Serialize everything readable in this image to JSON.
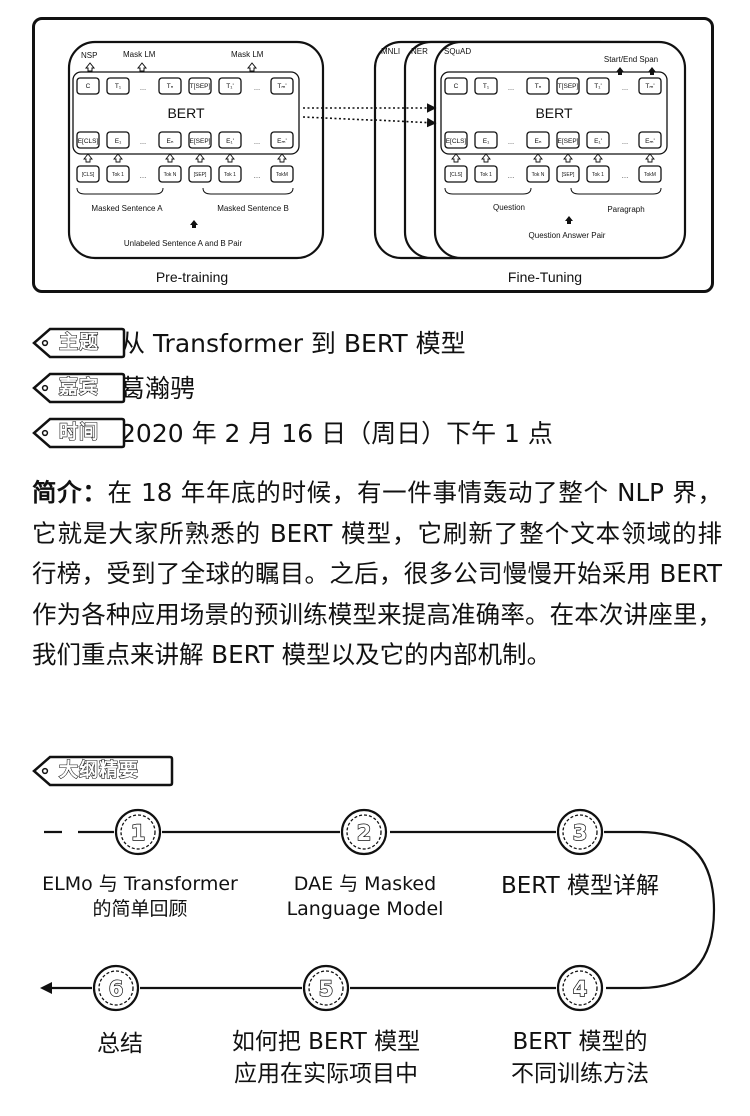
{
  "figure": {
    "pretrain": {
      "heads": [
        "NSP",
        "Mask LM",
        "Mask LM"
      ],
      "title": "BERT",
      "caption": "Pre-training",
      "seg_a": "Masked Sentence A",
      "seg_b": "Masked Sentence B",
      "pair": "Unlabeled Sentence A and B Pair"
    },
    "finetune": {
      "tasks": [
        "MNLI",
        "NER",
        "SQuAD"
      ],
      "span": "Start/End Span",
      "title": "BERT",
      "caption": "Fine-Tuning",
      "seg_a": "Question",
      "seg_b": "Paragraph",
      "pair": "Question Answer Pair"
    }
  },
  "info": {
    "topic_tag": "主题",
    "topic": "从 Transformer 到 BERT 模型",
    "guest_tag": "嘉宾",
    "guest": "葛瀚骋",
    "time_tag": "时间",
    "time": "2020 年 2 月 16 日（周日）下午 1 点"
  },
  "intro": {
    "label": "简介：",
    "text": "在 18 年年底的时候，有一件事情轰动了整个 NLP 界，它就是大家所熟悉的 BERT 模型，它刷新了整个文本领域的排行榜，受到了全球的瞩目。之后，很多公司慢慢开始采用 BERT 作为各种应用场景的预训练模型来提高准确率。在本次讲座里，我们重点来讲解 BERT 模型以及它的内部机制。"
  },
  "outline": {
    "tag": "大纲精要",
    "steps": [
      {
        "num": "1",
        "line1": "ELMo 与 Transformer",
        "line2": "的简单回顾"
      },
      {
        "num": "2",
        "line1": "DAE 与 Masked",
        "line2": "Language Model"
      },
      {
        "num": "3",
        "line1": "BERT 模型详解",
        "line2": ""
      },
      {
        "num": "4",
        "line1": "BERT 模型的",
        "line2": "不同训练方法"
      },
      {
        "num": "5",
        "line1": "如何把 BERT 模型",
        "line2": "应用在实际项目中"
      },
      {
        "num": "6",
        "line1": "总结",
        "line2": ""
      }
    ]
  }
}
